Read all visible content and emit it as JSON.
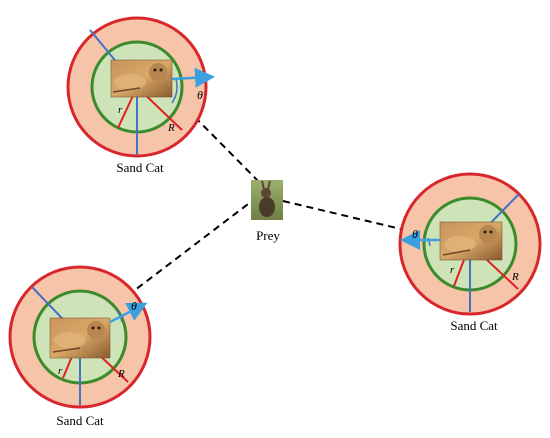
{
  "diagram": {
    "cats": [
      {
        "id": "top-left",
        "label": "Sand Cat",
        "r_label": "r",
        "R_label": "R",
        "theta_label": "θ"
      },
      {
        "id": "right",
        "label": "Sand Cat",
        "r_label": "r",
        "R_label": "R",
        "theta_label": "θ"
      },
      {
        "id": "bottom-left",
        "label": "Sand Cat",
        "r_label": "r",
        "R_label": "R",
        "theta_label": "θ"
      }
    ],
    "prey": {
      "label": "Prey"
    },
    "colors": {
      "outer_fill": "#f6c4a9",
      "outer_stroke": "#d9262b",
      "inner_fill": "#cfe3b8",
      "inner_stroke": "#3b8a2c",
      "spoke_blue": "#4472c4",
      "spoke_red": "#e02020",
      "arrow_cyan": "#3aa0e0",
      "dashed_line": "#000000"
    }
  }
}
